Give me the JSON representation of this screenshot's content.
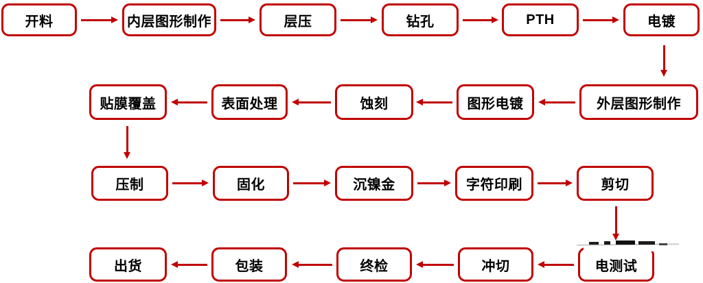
{
  "flow": {
    "accent_color": "#c00000",
    "text_color": "#000000",
    "background_color": "#ffffff",
    "rows": [
      {
        "direction": "left-to-right",
        "nodes": [
          {
            "label": "开料"
          },
          {
            "label": "内层图形制作"
          },
          {
            "label": "层压"
          },
          {
            "label": "钻孔"
          },
          {
            "label": "PTH"
          },
          {
            "label": "电镀"
          }
        ]
      },
      {
        "direction": "right-to-left",
        "nodes": [
          {
            "label": "贴膜覆盖"
          },
          {
            "label": "表面处理"
          },
          {
            "label": "蚀刻"
          },
          {
            "label": "图形电镀"
          },
          {
            "label": "外层图形制作"
          }
        ]
      },
      {
        "direction": "left-to-right",
        "nodes": [
          {
            "label": "压制"
          },
          {
            "label": "固化"
          },
          {
            "label": "沉镍金"
          },
          {
            "label": "字符印刷"
          },
          {
            "label": "剪切"
          }
        ]
      },
      {
        "direction": "right-to-left",
        "nodes": [
          {
            "label": "出货"
          },
          {
            "label": "包装"
          },
          {
            "label": "终检"
          },
          {
            "label": "冲切"
          },
          {
            "label": "电测试"
          }
        ]
      }
    ],
    "sequence": [
      "开料",
      "内层图形制作",
      "层压",
      "钻孔",
      "PTH",
      "电镀",
      "外层图形制作",
      "图形电镀",
      "蚀刻",
      "表面处理",
      "贴膜覆盖",
      "压制",
      "固化",
      "沉镍金",
      "字符印刷",
      "剪切",
      "电测试",
      "冲切",
      "终检",
      "包装",
      "出货"
    ]
  }
}
